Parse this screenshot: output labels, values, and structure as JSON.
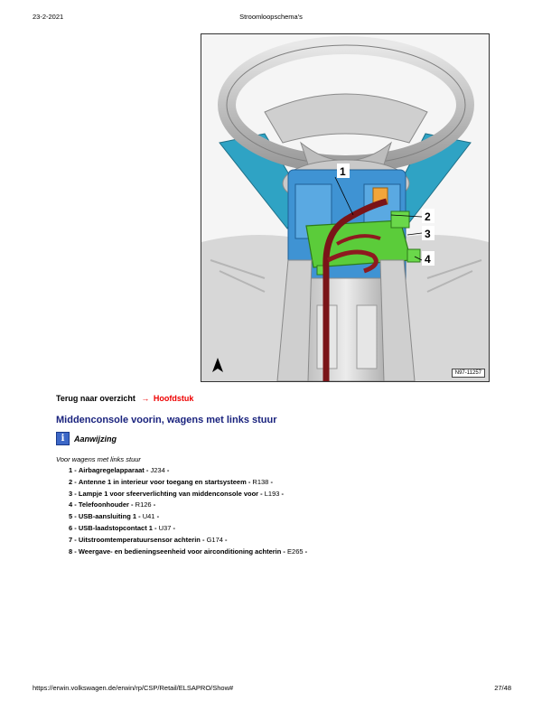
{
  "header": {
    "date": "23-2-2021",
    "title": "Stroomloopschema's"
  },
  "figure": {
    "callouts": [
      "1",
      "2",
      "3",
      "4"
    ],
    "figure_id": "N97-11257",
    "north_icon": "north-arrow-icon"
  },
  "nav": {
    "back_label": "Terug naar overzicht",
    "arrow": "→",
    "chapter_link": "Hoofdstuk",
    "link_color": "#ee0000"
  },
  "section": {
    "title": "Middenconsole voorin, wagens met links stuur",
    "title_color": "#1a237e"
  },
  "note": {
    "icon": "info-icon",
    "label": "Aanwijzing"
  },
  "condition": "Voor wagens met links stuur",
  "items": [
    {
      "num": "1 -",
      "name": "Airbagregelapparaat -",
      "code": "J234",
      "sep": "-"
    },
    {
      "num": "2 -",
      "name": "Antenne 1 in interieur voor toegang en startsysteem -",
      "code": "R138",
      "sep": "-"
    },
    {
      "num": "3 -",
      "name": "Lampje 1 voor sfeerverlichting van middenconsole voor -",
      "code": "L193",
      "sep": "-"
    },
    {
      "num": "4 -",
      "name": "Telefoonhouder -",
      "code": "R126",
      "sep": "-"
    },
    {
      "num": "5 -",
      "name": "USB-aansluiting 1 -",
      "code": "U41",
      "sep": "-"
    },
    {
      "num": "6 -",
      "name": "USB-laadstopcontact 1 -",
      "code": "U37",
      "sep": "-"
    },
    {
      "num": "7 -",
      "name": "Uitstroomtemperatuursensor achterin -",
      "code": "G174",
      "sep": "-"
    },
    {
      "num": "8 -",
      "name": "Weergave- en bedieningseenheid voor airconditioning achterin -",
      "code": "E265",
      "sep": "-"
    }
  ],
  "footer": {
    "url": "https://erwin.volkswagen.de/erwin/rp/CSP/Retail/ELSAPRO/Show#",
    "page": "27/48"
  }
}
